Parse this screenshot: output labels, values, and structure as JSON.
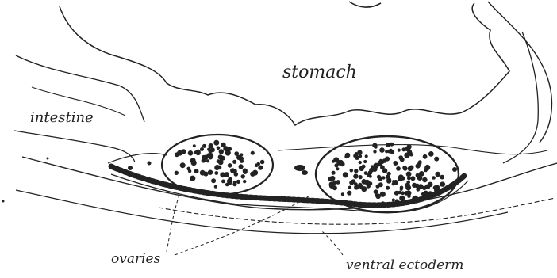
{
  "figure": {
    "labels": {
      "stomach": "stomach",
      "intestine": "intestine",
      "ovaries": "ovaries",
      "ventral_ectoderm": "ventral ectoderm"
    },
    "colors": {
      "ink": "#222222",
      "background": "#ffffff"
    }
  }
}
